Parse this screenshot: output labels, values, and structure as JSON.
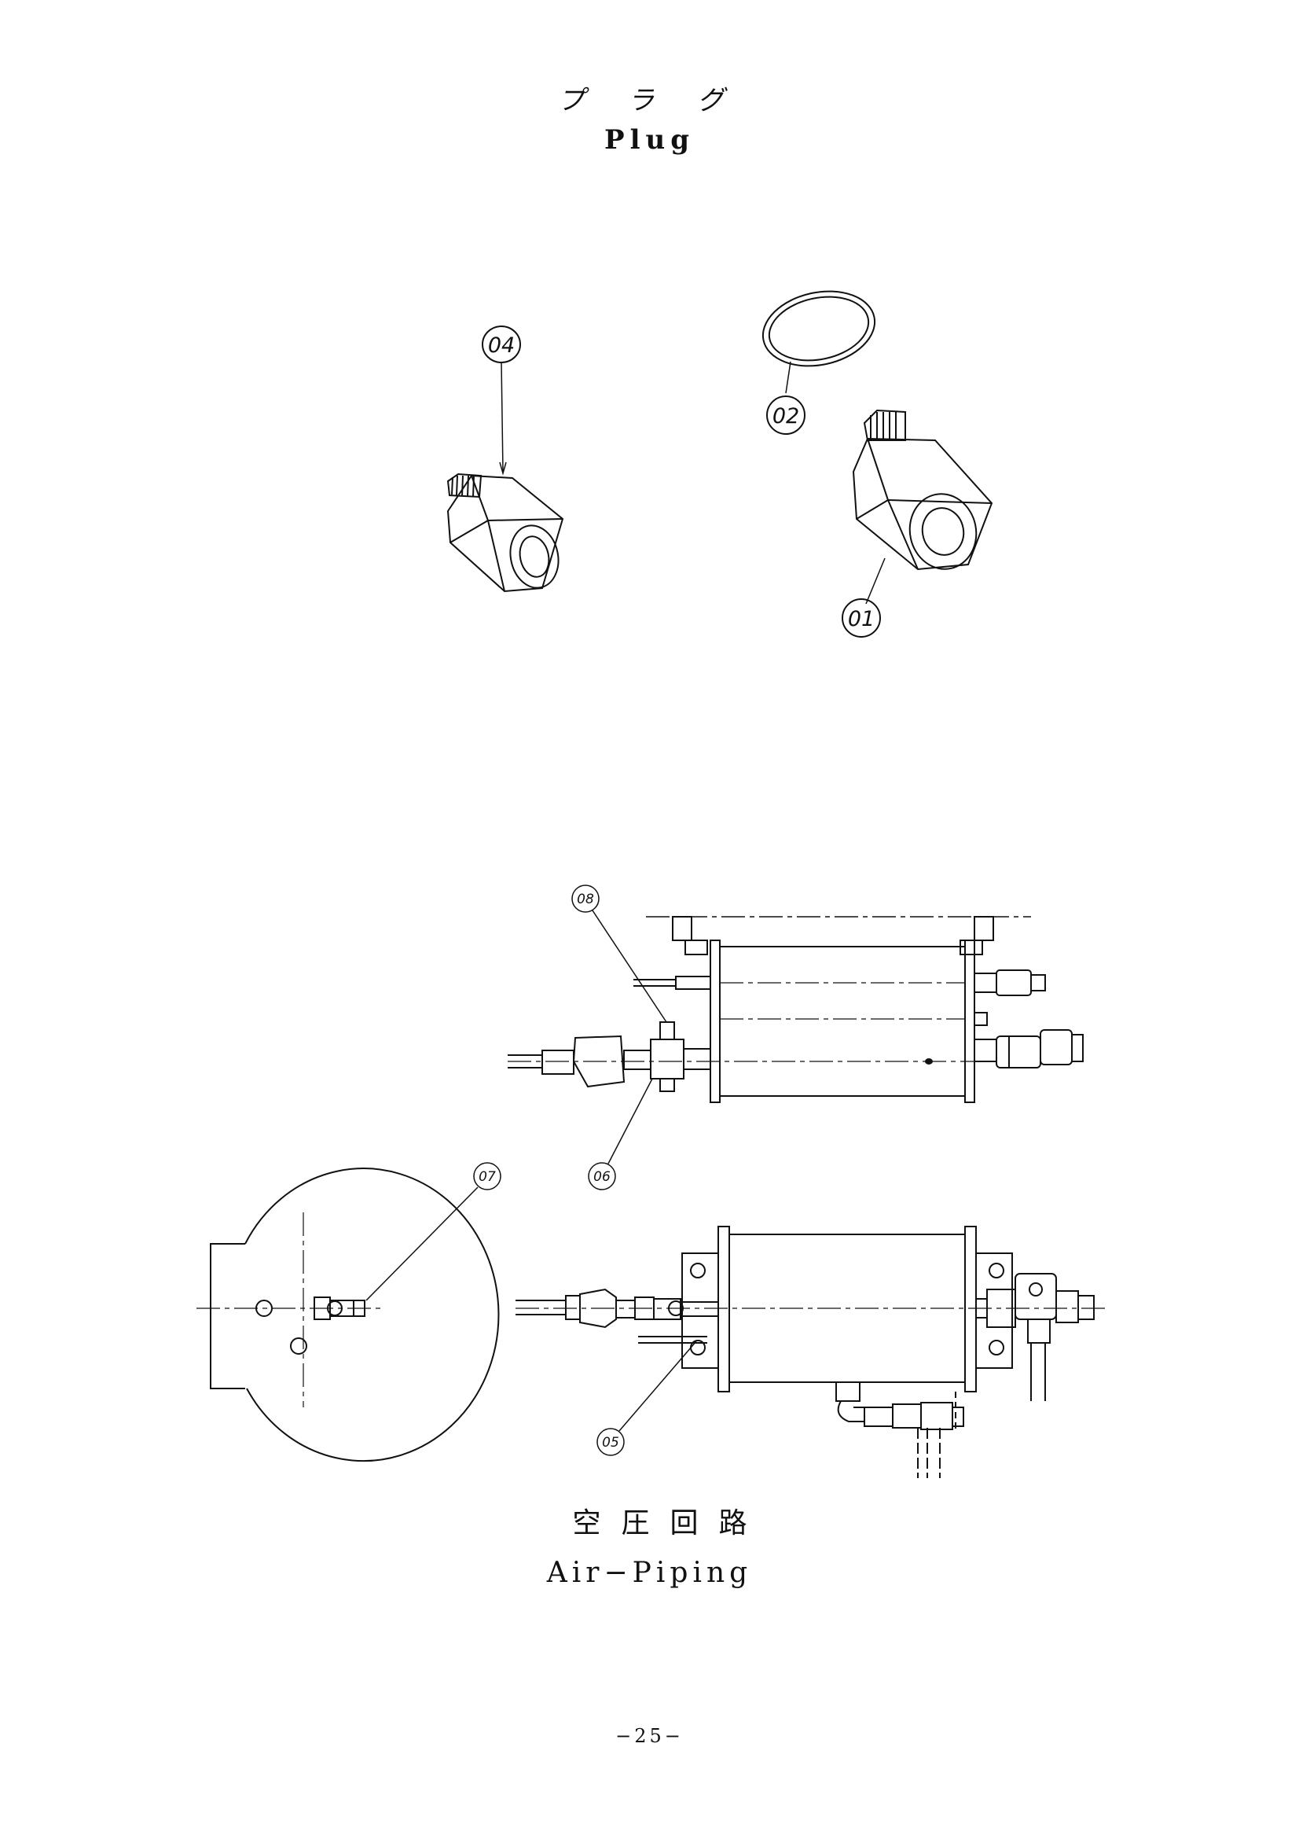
{
  "plug_section": {
    "title_jp": "プ ラ グ",
    "title_en": "Plug",
    "callouts": [
      "04",
      "02",
      "01"
    ]
  },
  "air_piping_section": {
    "title_jp": "空圧回路",
    "title_en": "Air−Piping",
    "callouts": [
      "08",
      "06",
      "07",
      "05"
    ]
  },
  "page_number": "−25−"
}
